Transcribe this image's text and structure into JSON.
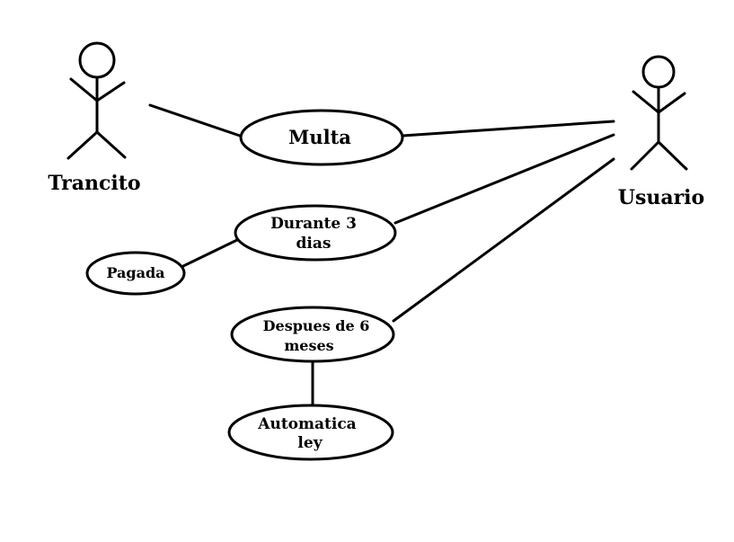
{
  "actors": {
    "trancito": {
      "label": "Trancito"
    },
    "usuario": {
      "label": "Usuario"
    }
  },
  "use_cases": {
    "multa": {
      "label": "Multa"
    },
    "durante": {
      "line1": "Durante 3",
      "line2": "dias"
    },
    "pagada": {
      "label": "Pagada"
    },
    "despues": {
      "line1": "Despues de 6",
      "line2": "meses"
    },
    "automatica": {
      "line1": "Automatica",
      "line2": "ley"
    }
  }
}
